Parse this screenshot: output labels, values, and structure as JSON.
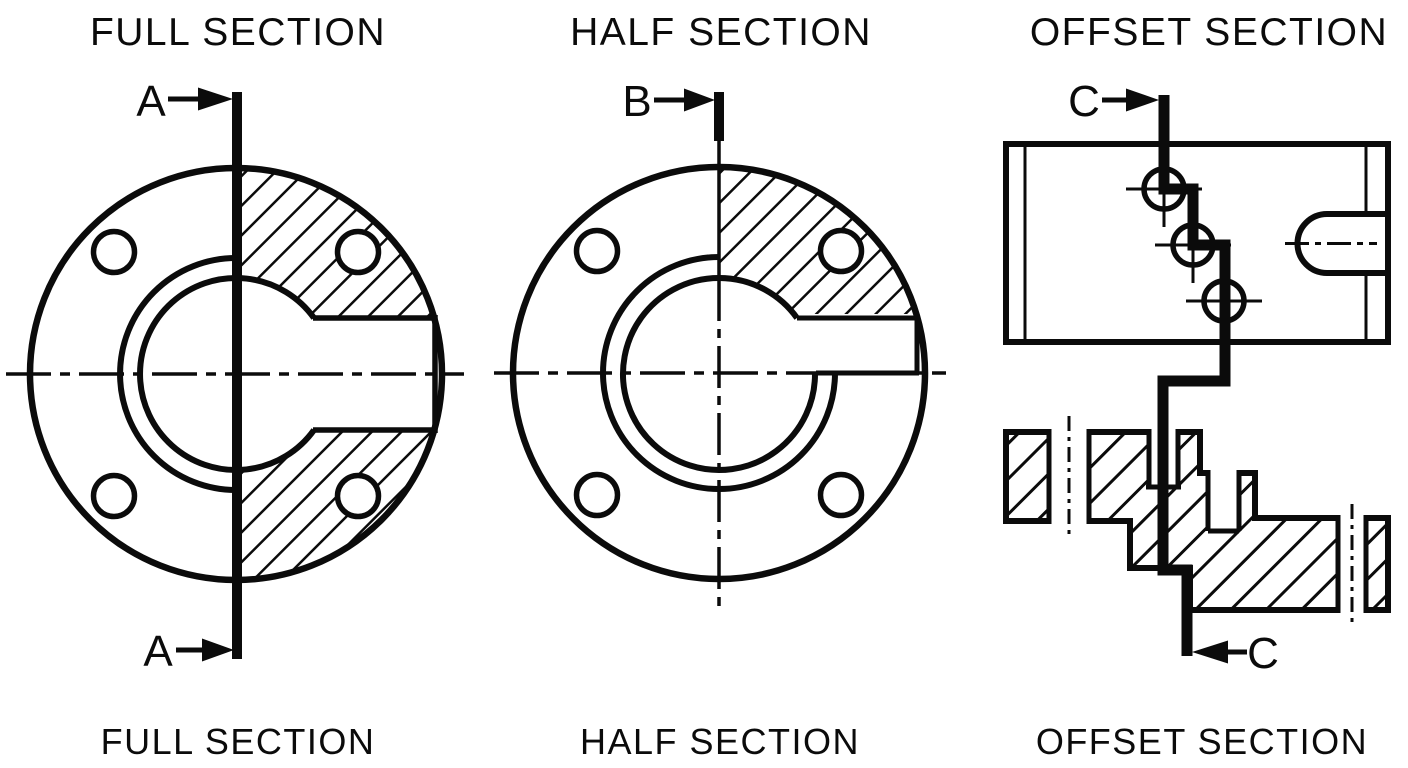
{
  "colors": {
    "ink": "#0b0b0b",
    "paper": "#ffffff"
  },
  "panels": {
    "full": {
      "title": "FULL SECTION",
      "caption": "FULL SECTION",
      "cut_letter": "A"
    },
    "half": {
      "title": "HALF SECTION",
      "caption": "HALF SECTION",
      "cut_letter": "B"
    },
    "offset": {
      "title": "OFFSET SECTION",
      "caption": "OFFSET SECTION",
      "cut_letter": "C"
    }
  }
}
